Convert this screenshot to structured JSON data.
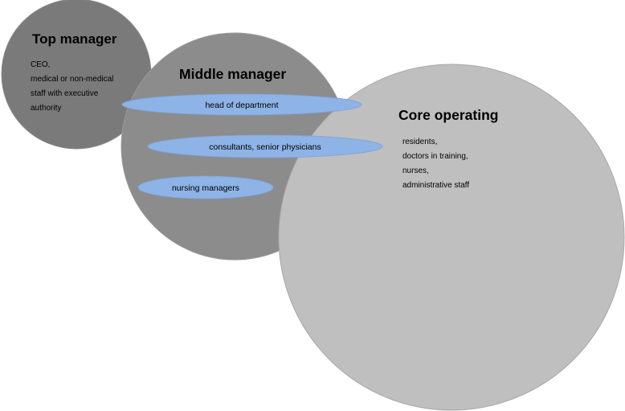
{
  "diagram": {
    "colors": {
      "top_manager_circle": "#7a7a7a",
      "middle_manager_circle": "#8c8c8c",
      "core_operating_circle": "#bfbfbf",
      "pill_fill": "#8eb3e6",
      "circle_stroke": "#9a9a9a"
    },
    "top_manager": {
      "title": "Top manager",
      "lines": [
        "CEO,",
        "medical or non-medical",
        "staff with executive",
        "authority"
      ]
    },
    "middle_manager": {
      "title": "Middle manager",
      "pills": [
        "head of department",
        "consultants, senior physicians",
        "nursing managers"
      ]
    },
    "core_operating": {
      "title": "Core operating",
      "lines": [
        "residents,",
        "doctors in training,",
        "nurses,",
        "administrative staff"
      ]
    }
  }
}
